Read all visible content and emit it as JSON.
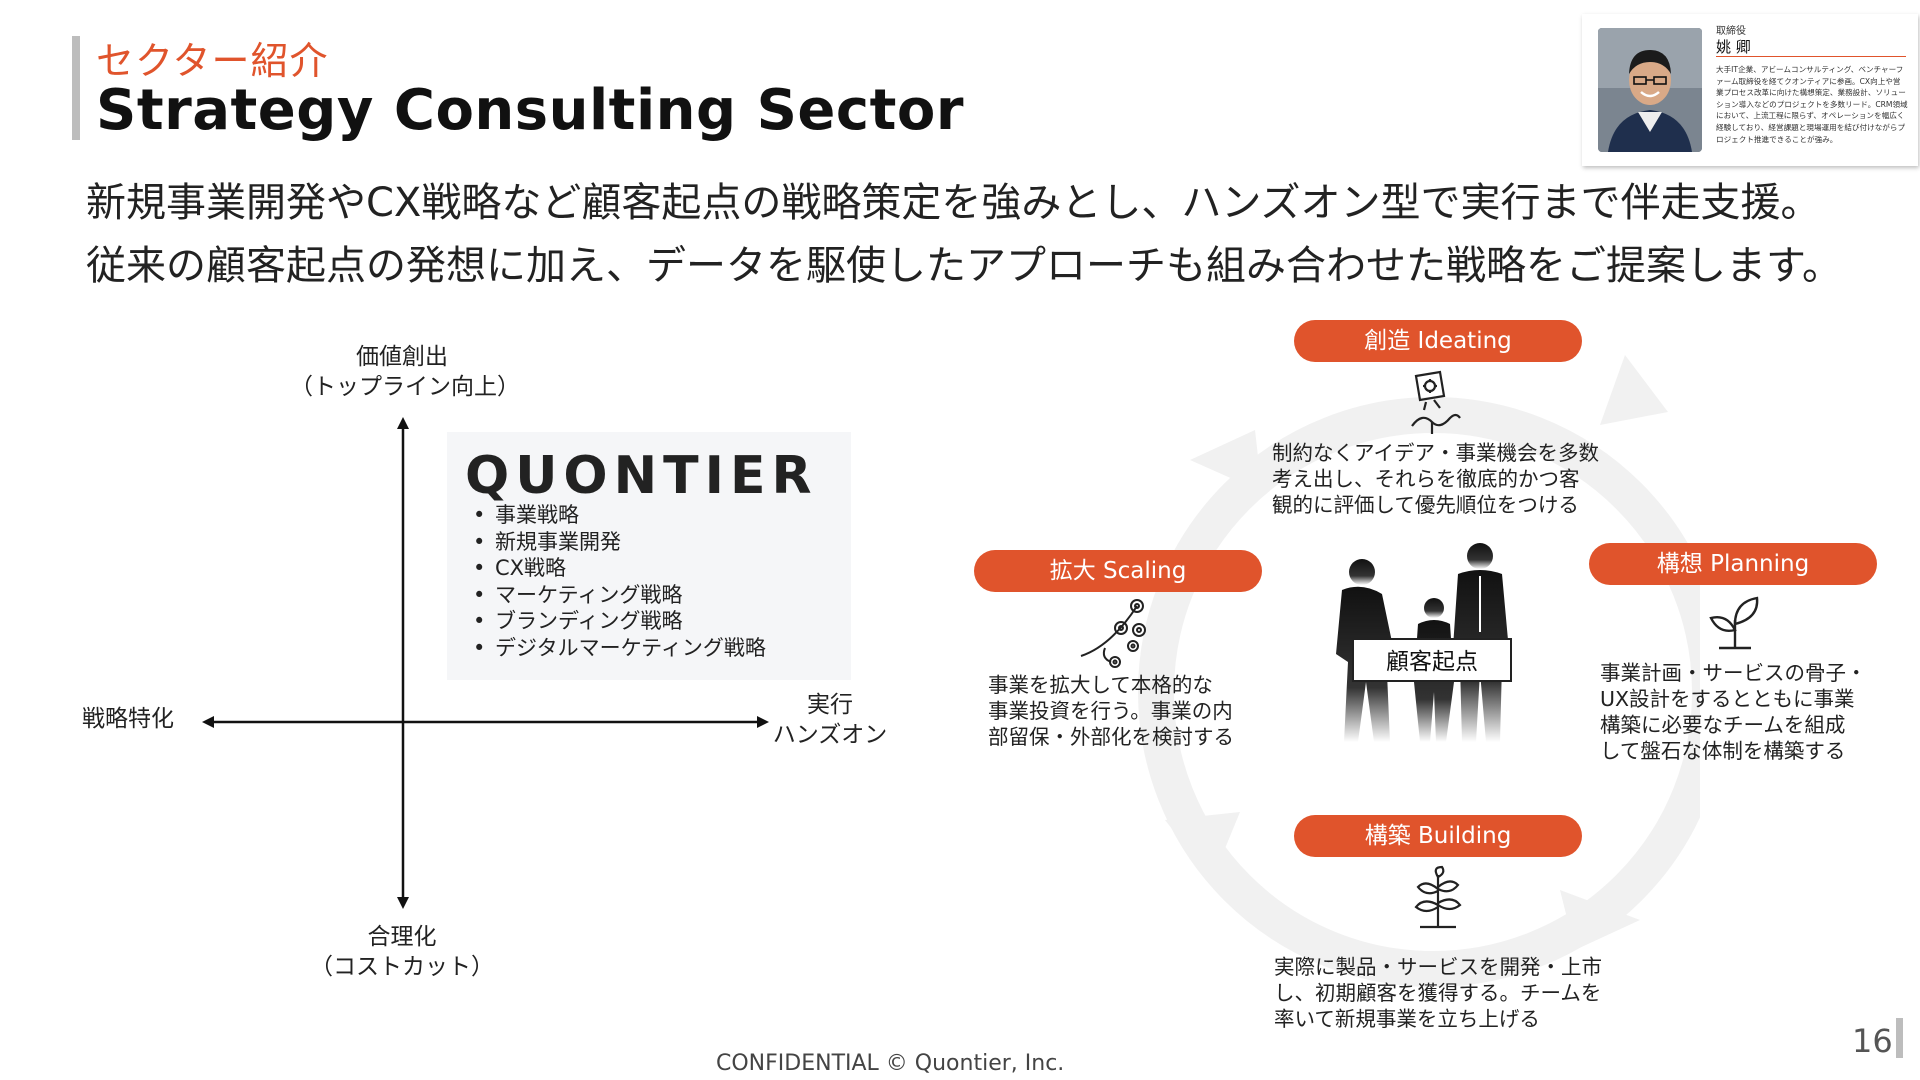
{
  "header": {
    "subtitle": "セクター紹介",
    "title": "Strategy Consulting Sector",
    "lead": [
      "新規事業開発やCX戦略など顧客起点の戦略策定を強みとし、ハンズオン型で実行まで伴走支援。",
      "従来の顧客起点の発想に加え、データを駆使したアプローチも組み合わせた戦略をご提案します。"
    ]
  },
  "profile": {
    "role": "取締役",
    "name": "姚 卿",
    "bio": "大手IT企業、アビームコンサルティング、ベンチャーファーム取締役を経てクオンティアに参画。CX向上や営業プロセス改革に向けた構想策定、業務設計、ソリューション導入などのプロジェクトを多数リード。CRM領域において、上流工程に限らず、オペレーションを幅広く経験しており、経営課題と現場運用を結び付けながらプロジェクト推進できることが強み。"
  },
  "quadrant": {
    "top_label": [
      "価値創出",
      "（トップライン向上）"
    ],
    "bottom_label": [
      "合理化",
      "（コストカット）"
    ],
    "left_label": "戦略特化",
    "right_label": [
      "実行",
      "ハンズオン"
    ],
    "logo_text": "QUONTIER",
    "bullet": "•",
    "items": [
      "事業戦略",
      "新規事業開発",
      "CX戦略",
      "マーケティング戦略",
      "ブランディング戦略",
      "デジタルマーケティング戦略"
    ]
  },
  "cycle": {
    "center": "顧客起点",
    "phases": {
      "ideating": {
        "label": "創造 Ideating",
        "icon": "idea-pot-icon",
        "desc": [
          "制約なくアイデア・事業機会を多数",
          "考え出し、それらを徹底的かつ客",
          "観的に評価して優先順位をつける"
        ]
      },
      "planning": {
        "label": "構想 Planning",
        "icon": "sprout-icon",
        "desc": [
          "事業計画・サービスの骨子・",
          "UX設計をするとともに事業",
          "構築に必要なチームを組成",
          "して盤石な体制を構築する"
        ]
      },
      "scaling": {
        "label": "拡大 Scaling",
        "icon": "flower-branch-icon",
        "desc": [
          "事業を拡大して本格的な",
          "事業投資を行う。事業の内",
          "部留保・外部化を検討する"
        ]
      },
      "building": {
        "label": "構築 Building",
        "icon": "young-plant-icon",
        "desc": [
          "実際に製品・サービスを開発・上市",
          "し、初期顧客を獲得する。チームを",
          "率いて新規事業を立ち上げる"
        ]
      }
    },
    "accent_color": "#e0542c",
    "ring_color": "#f1f1f1"
  },
  "footer": {
    "text": "CONFIDENTIAL © Quontier, Inc.",
    "page_number": "16"
  }
}
